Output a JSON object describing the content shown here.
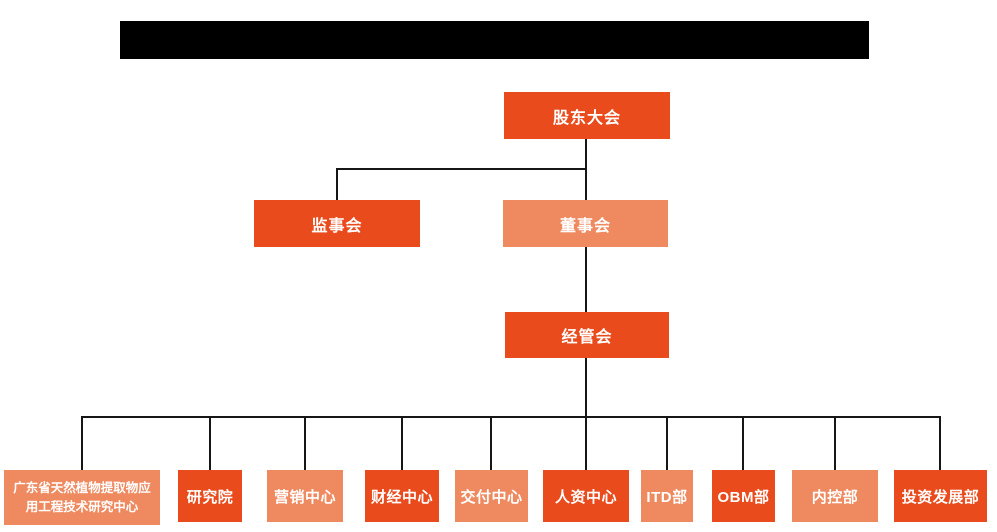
{
  "colors": {
    "box_primary": "#E94B1C",
    "box_secondary": "#EF8A60",
    "box_text": "#FFFFFF",
    "connector_line": "#161616",
    "redaction_bar": "#000000",
    "background": "#FFFFFF"
  },
  "org": {
    "type": "org-chart",
    "root": {
      "label": "股东大会",
      "variant": "primary"
    },
    "level2": [
      {
        "label": "监事会",
        "variant": "primary"
      },
      {
        "label": "董事会",
        "variant": "secondary"
      }
    ],
    "level3": {
      "label": "经管会",
      "variant": "primary"
    },
    "departments": [
      {
        "label": "广东省天然植物提取物应用工程技术研究中心",
        "variant": "secondary"
      },
      {
        "label": "研究院",
        "variant": "primary"
      },
      {
        "label": "营销中心",
        "variant": "secondary"
      },
      {
        "label": "财经中心",
        "variant": "primary"
      },
      {
        "label": "交付中心",
        "variant": "secondary"
      },
      {
        "label": "人资中心",
        "variant": "primary"
      },
      {
        "label": "ITD部",
        "variant": "secondary"
      },
      {
        "label": "OBM部",
        "variant": "primary"
      },
      {
        "label": "内控部",
        "variant": "secondary"
      },
      {
        "label": "投资发展部",
        "variant": "primary"
      }
    ]
  }
}
